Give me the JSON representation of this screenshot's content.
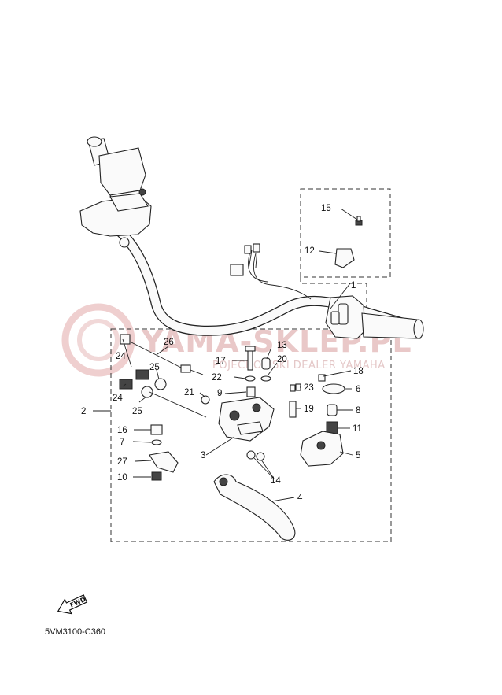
{
  "watermark": {
    "brand": "YAMA-SKLEP.PL",
    "tagline": "POJECHOWSKI DEALER YAMAHA"
  },
  "diagram_code": "5VM3100-C360",
  "fwd_label": "FWD",
  "callouts": [
    {
      "id": "c1",
      "label": "1"
    },
    {
      "id": "c2",
      "label": "2"
    },
    {
      "id": "c3",
      "label": "3"
    },
    {
      "id": "c4",
      "label": "4"
    },
    {
      "id": "c5",
      "label": "5"
    },
    {
      "id": "c6",
      "label": "6"
    },
    {
      "id": "c7",
      "label": "7"
    },
    {
      "id": "c8",
      "label": "8"
    },
    {
      "id": "c9",
      "label": "9"
    },
    {
      "id": "c10",
      "label": "10"
    },
    {
      "id": "c11",
      "label": "11"
    },
    {
      "id": "c12",
      "label": "12"
    },
    {
      "id": "c13",
      "label": "13"
    },
    {
      "id": "c14",
      "label": "14"
    },
    {
      "id": "c15",
      "label": "15"
    },
    {
      "id": "c16",
      "label": "16"
    },
    {
      "id": "c17",
      "label": "17"
    },
    {
      "id": "c18",
      "label": "18"
    },
    {
      "id": "c19",
      "label": "19"
    },
    {
      "id": "c20",
      "label": "20"
    },
    {
      "id": "c21",
      "label": "21"
    },
    {
      "id": "c22",
      "label": "22"
    },
    {
      "id": "c23",
      "label": "23"
    },
    {
      "id": "c24a",
      "label": "24"
    },
    {
      "id": "c24b",
      "label": "24"
    },
    {
      "id": "c25a",
      "label": "25"
    },
    {
      "id": "c25b",
      "label": "25"
    },
    {
      "id": "c26",
      "label": "26"
    },
    {
      "id": "c27",
      "label": "27"
    }
  ]
}
